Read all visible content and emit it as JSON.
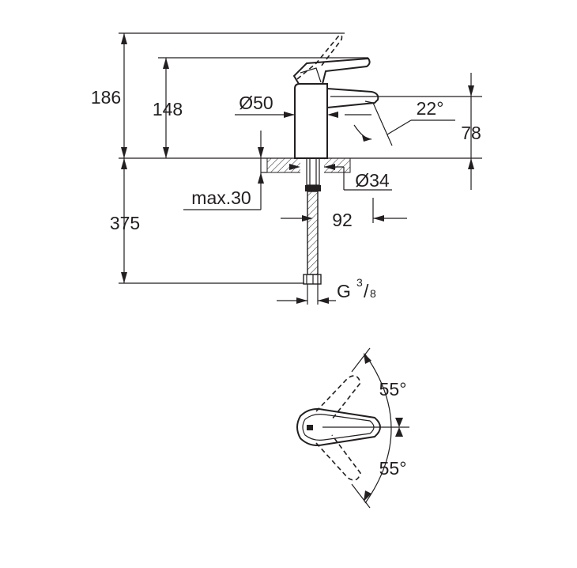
{
  "dimensions": {
    "total_height": "186",
    "spout_height": "148",
    "base_diameter": "Ø50",
    "spout_angle": "22°",
    "spout_clearance": "78",
    "hole_diameter": "Ø34",
    "max_deck_thickness": "max.30",
    "spout_reach": "92",
    "hose_length": "375",
    "thread_prefix": "G",
    "thread_num": "3",
    "thread_den": "8"
  },
  "plan_view": {
    "rotation_left": "55°",
    "rotation_right": "55°"
  }
}
